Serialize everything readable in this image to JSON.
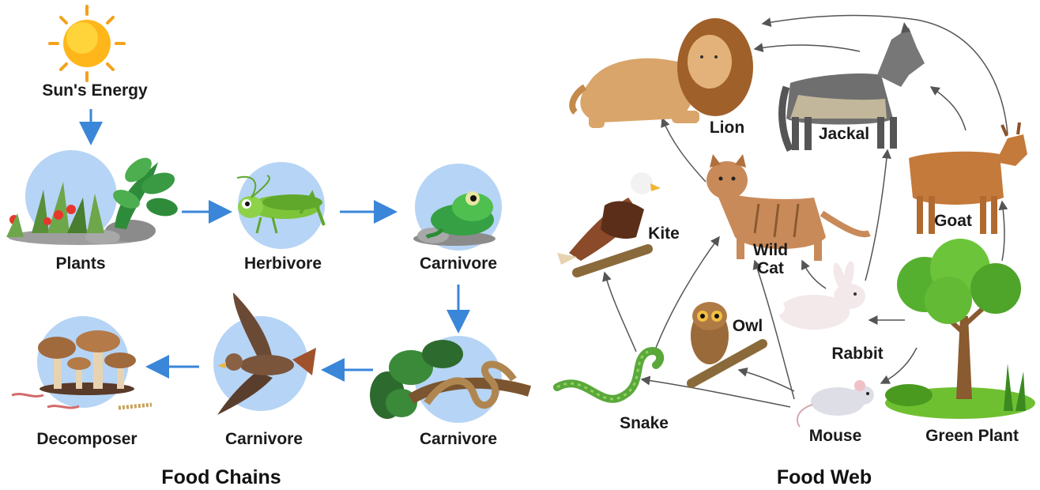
{
  "food_chains": {
    "caption": "Food Chains",
    "sun_label": "Sun's Energy",
    "plants_label": "Plants",
    "herbivore_label": "Herbivore",
    "carnivore1_label": "Carnivore",
    "carnivore2_label": "Carnivore",
    "carnivore3_label": "Carnivore",
    "decomposer_label": "Decomposer"
  },
  "food_web": {
    "caption": "Food Web",
    "lion_label": "Lion",
    "jackal_label": "Jackal",
    "goat_label": "Goat",
    "kite_label": "Kite",
    "wildcat_label_line1": "Wild",
    "wildcat_label_line2": "Cat",
    "owl_label": "Owl",
    "rabbit_label": "Rabbit",
    "snake_label": "Snake",
    "mouse_label": "Mouse",
    "green_plant_label": "Green Plant"
  },
  "colors": {
    "arrow_blue": "#3a86d8",
    "circle_blue": "#b6d4f5",
    "web_arrow": "#555555"
  }
}
